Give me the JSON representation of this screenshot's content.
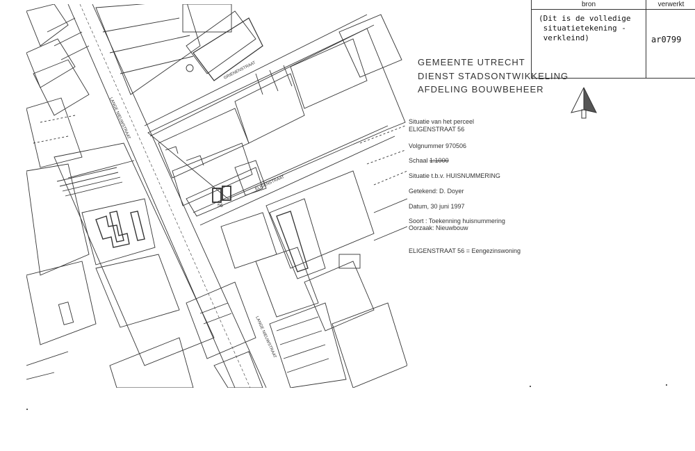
{
  "stamp": {
    "header_left": "bron",
    "header_right": "verwerkt",
    "note": "(Dit is de volledige\n situatietekening -\n verkleind)",
    "code": "ar0799"
  },
  "organization": {
    "line1": "GEMEENTE  UTRECHT",
    "line2": "DIENST STADSONTWIKKELING",
    "line3": "AFDELING BOUWBEHEER"
  },
  "info": {
    "situatie_label": "Situatie van het perceel",
    "address": "ELIGENSTRAAT 56",
    "volgnummer": "Volgnummer 970506",
    "schaal_label": "Schaal",
    "schaal_value": "1:1000",
    "situatie_tbv": "Situatie t.b.v. HUISNUMMERING",
    "getekend": "Getekend: D. Doyer",
    "datum": "Datum, 30 juni 1997",
    "soort": "Soort : Toekenning huisnummering",
    "oorzaak": "Oorzaak: Nieuwbouw",
    "result": "ELIGENSTRAAT 56 = Eengezinswoning"
  },
  "map": {
    "street_labels": [
      "LANGE NIEUWSTRAAT",
      "LANGE NIEUWSTRAAT",
      "ELIGENSTRAAT",
      "GRIENENSTRAAT"
    ],
    "house_number": "56"
  }
}
